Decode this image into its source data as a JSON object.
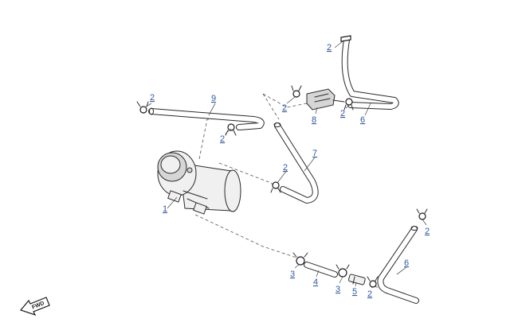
{
  "callouts": [
    {
      "id": "c1",
      "label": "1"
    },
    {
      "id": "c2a",
      "label": "2"
    },
    {
      "id": "c2b",
      "label": "2"
    },
    {
      "id": "c2c",
      "label": "2"
    },
    {
      "id": "c2d",
      "label": "2"
    },
    {
      "id": "c2e",
      "label": "2"
    },
    {
      "id": "c2f",
      "label": "2"
    },
    {
      "id": "c2g",
      "label": "2"
    },
    {
      "id": "c2h",
      "label": "2"
    },
    {
      "id": "c3a",
      "label": "3"
    },
    {
      "id": "c3b",
      "label": "3"
    },
    {
      "id": "c4",
      "label": "4"
    },
    {
      "id": "c5",
      "label": "5"
    },
    {
      "id": "c6a",
      "label": "6"
    },
    {
      "id": "c6b",
      "label": "6"
    },
    {
      "id": "c7",
      "label": "7"
    },
    {
      "id": "c8",
      "label": "8"
    },
    {
      "id": "c9",
      "label": "9"
    }
  ],
  "fwd_label": "FWD",
  "colors": {
    "callout": "#2f5aa0",
    "line": "#2a2a2a"
  }
}
